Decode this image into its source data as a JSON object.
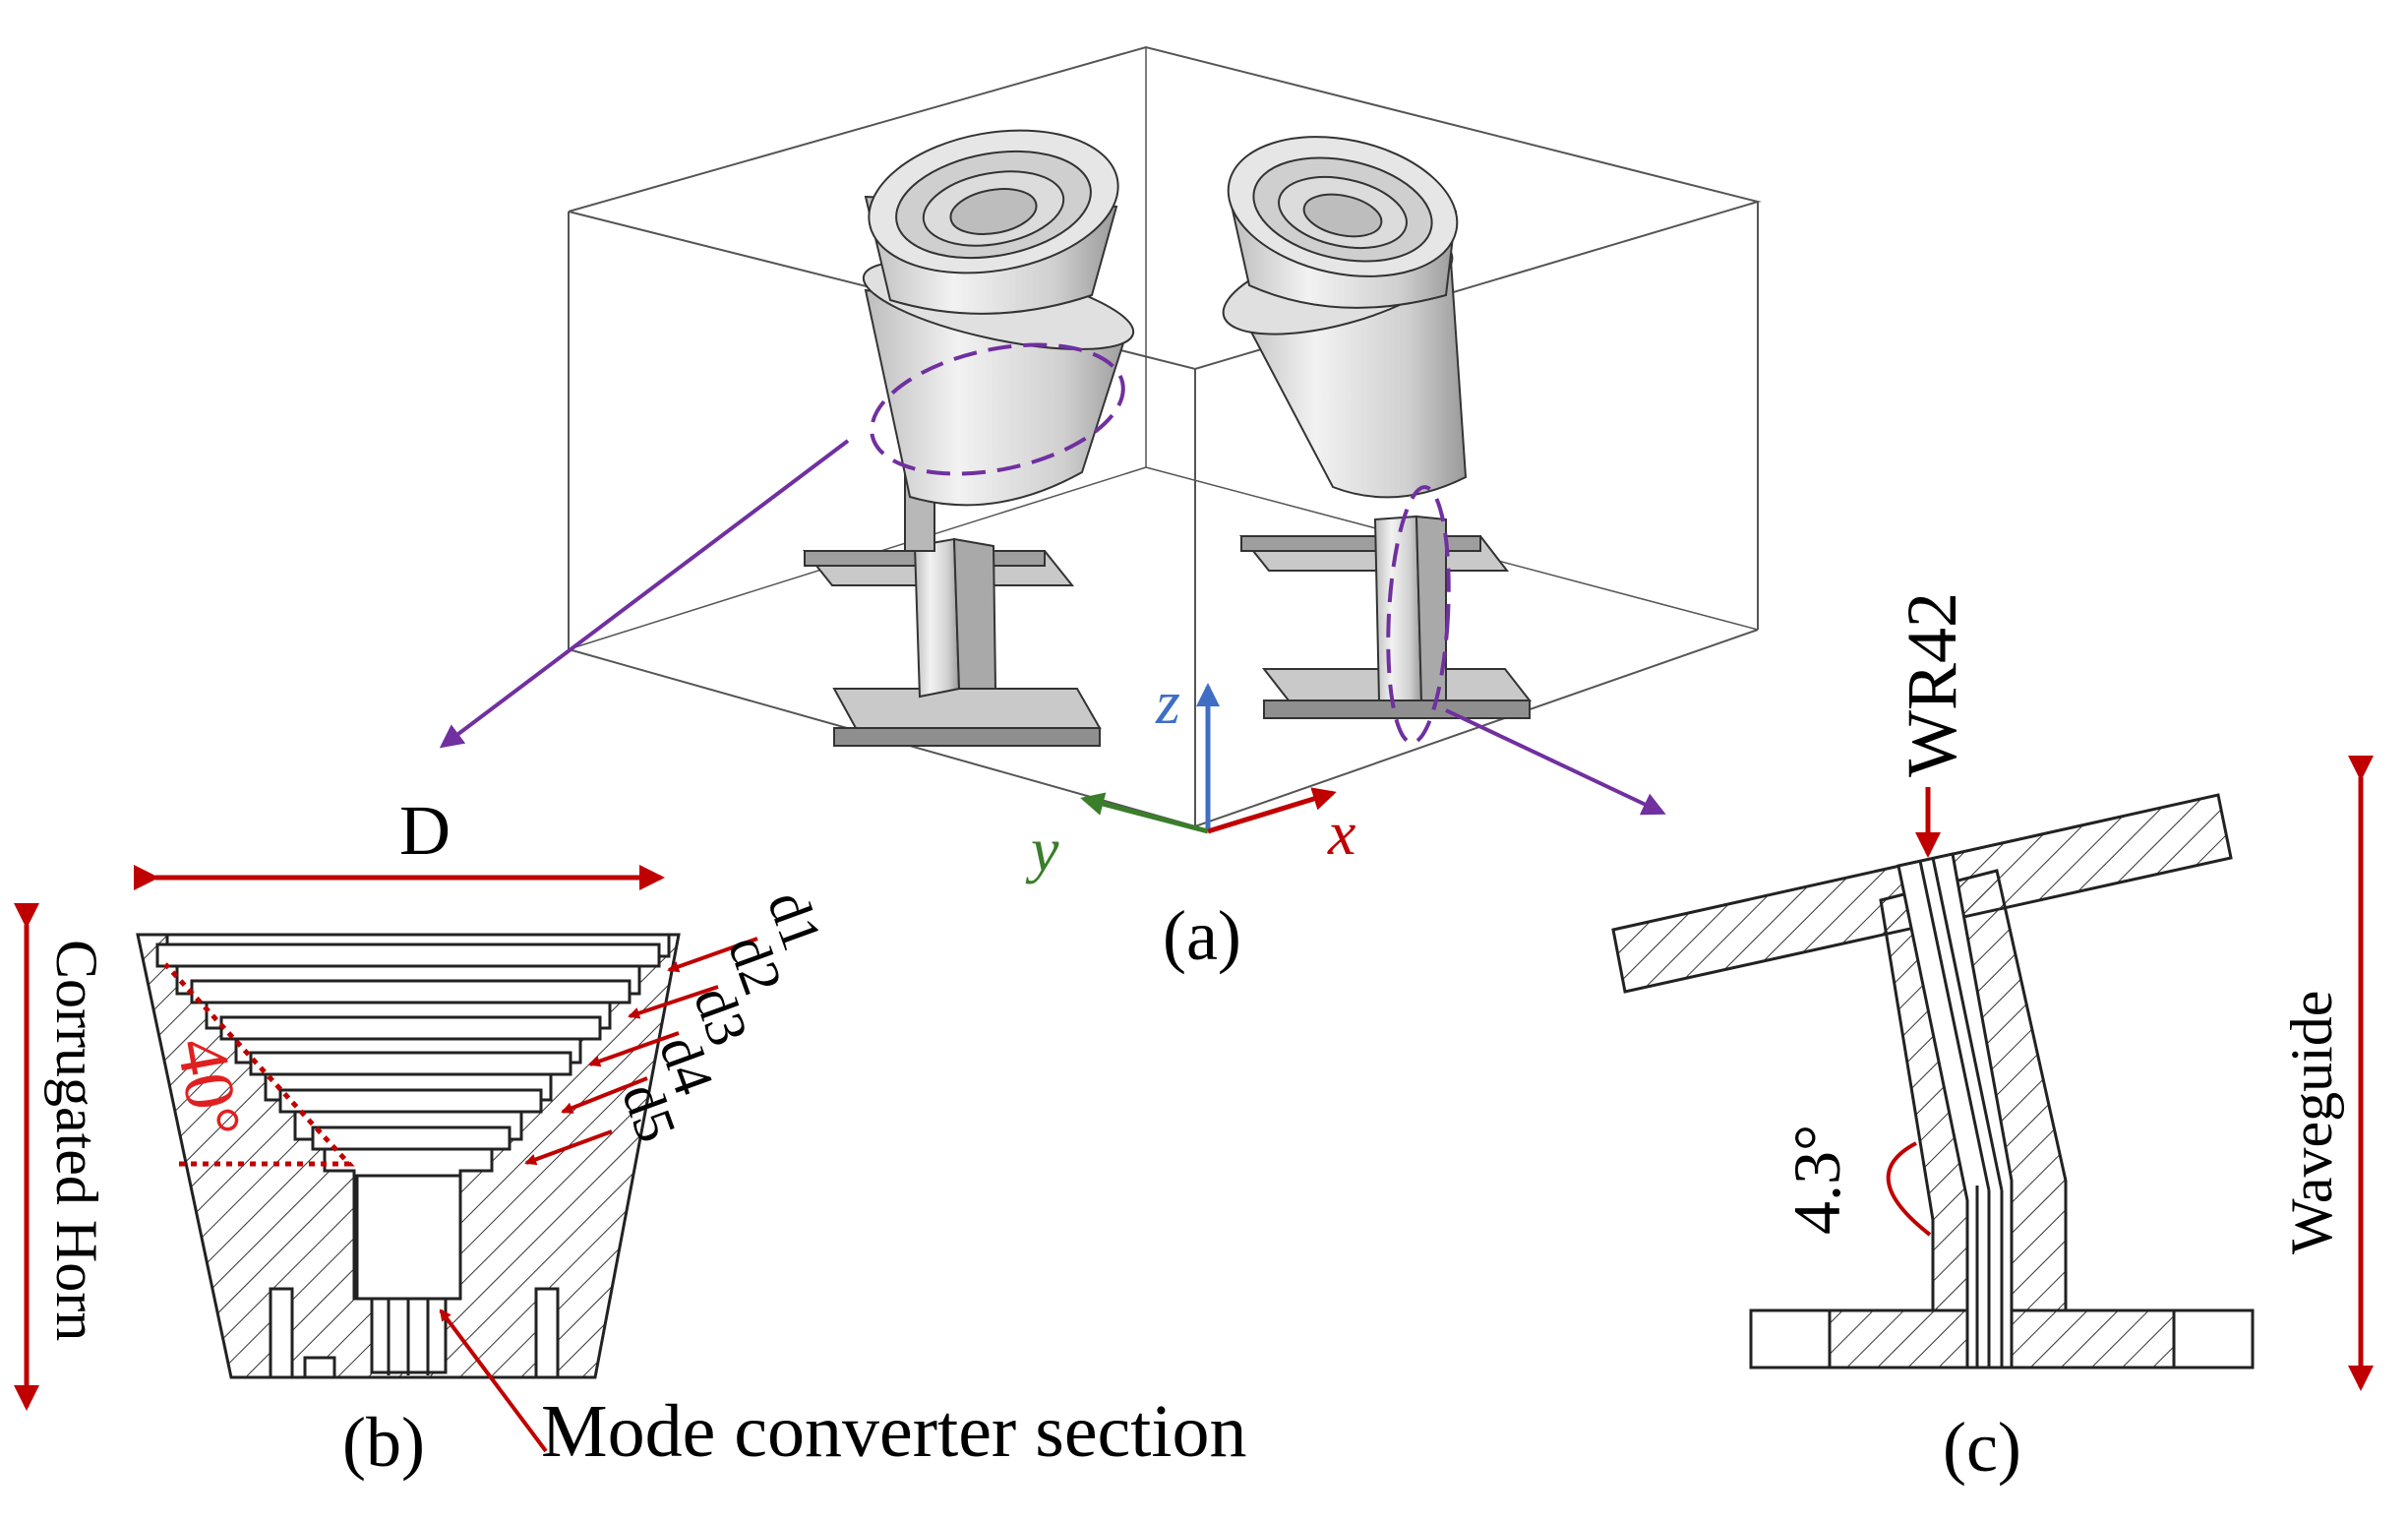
{
  "panel_a": {
    "caption": "(a)",
    "axes": {
      "z": "z",
      "x": "x",
      "y": "y"
    }
  },
  "panel_b": {
    "caption": "(b)",
    "dimension_D": "D",
    "side_label": "Corrugated Horn",
    "angle": "40°",
    "steps": [
      "d1",
      "d2",
      "d3",
      "d4",
      "d5"
    ],
    "mode_converter": "Mode converter section"
  },
  "panel_c": {
    "caption": "(c)",
    "port_label": "WR42",
    "angle": "4.3°",
    "side_label": "Waveguide"
  },
  "colors": {
    "dimension_red": "#c00000",
    "arrow_purple": "#7030a0",
    "axis_blue": "#3f6fc4",
    "axis_green": "#3a7d2a",
    "axis_red": "#c00000",
    "hatch": "#333333",
    "metal_fill": "#d9d9d9"
  }
}
